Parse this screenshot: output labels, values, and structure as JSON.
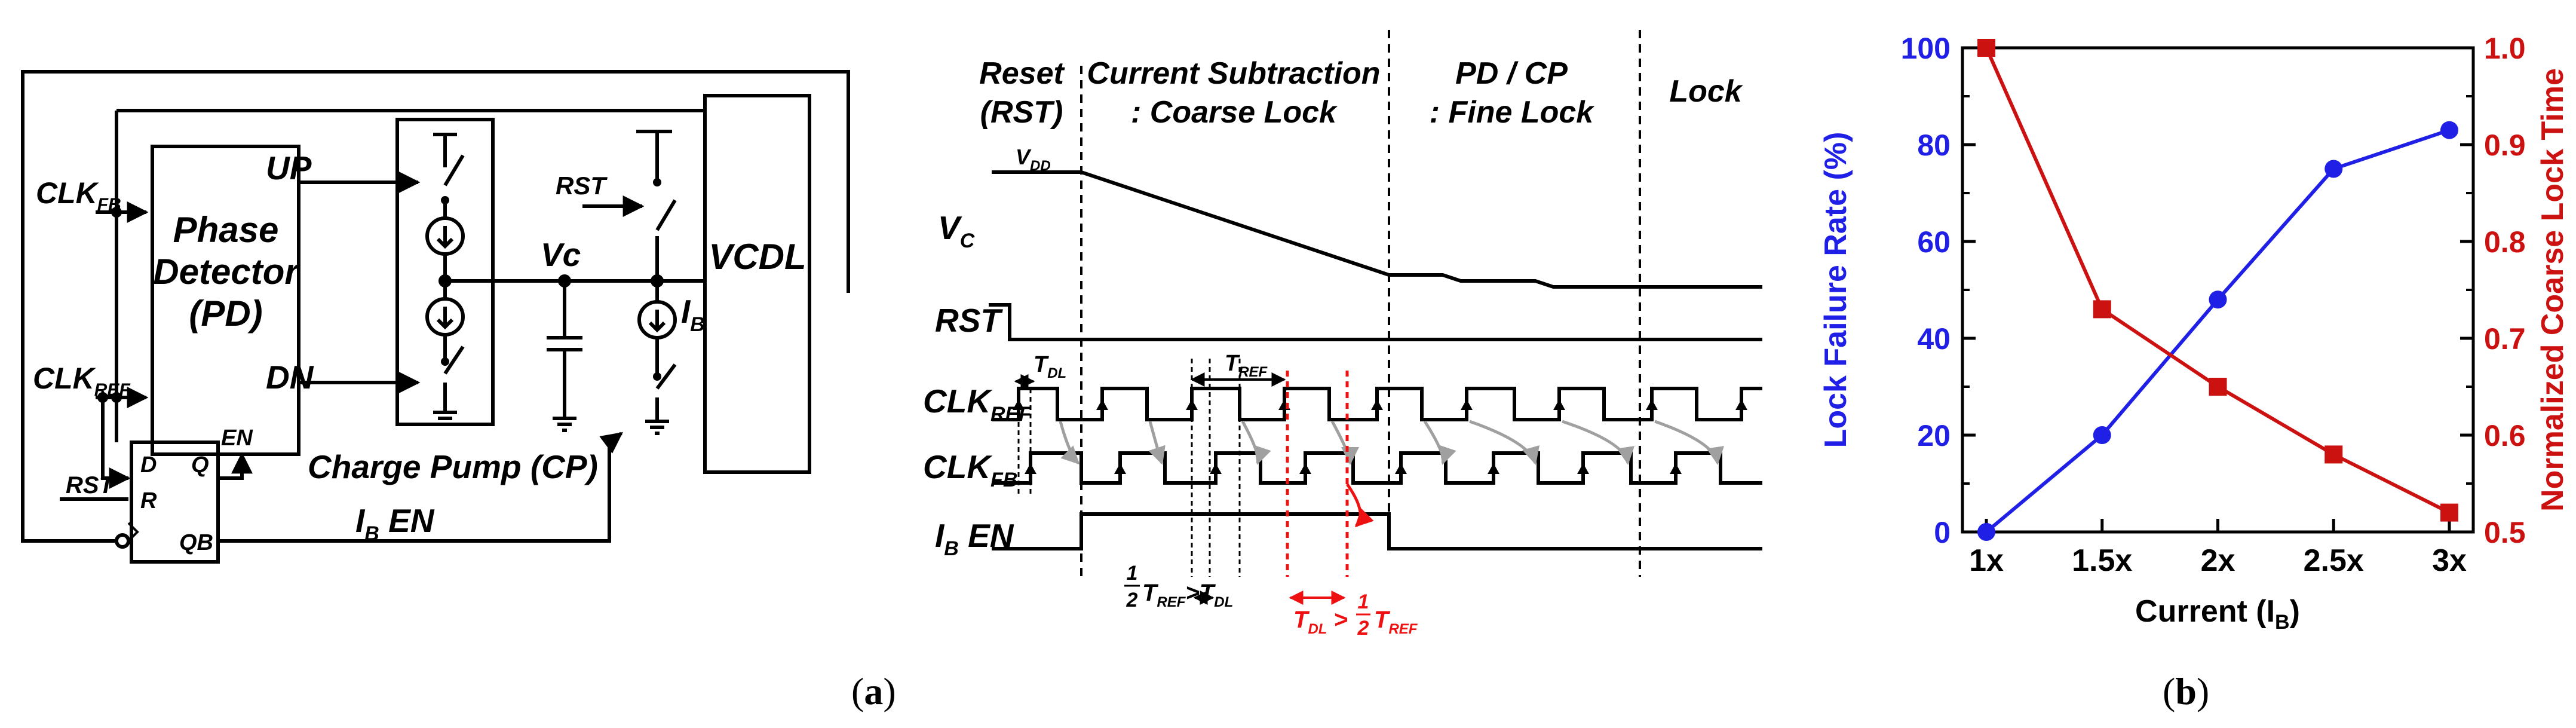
{
  "panel_a": {
    "caption_open": "(",
    "caption_letter": "a",
    "caption_close": ")",
    "schematic": {
      "clk_fb": "CLK",
      "clk_fb_sub": "FB",
      "clk_ref": "CLK",
      "clk_ref_sub": "REF",
      "pd_line1": "Phase",
      "pd_line2": "Detector",
      "pd_line3": "(PD)",
      "up": "UP",
      "dn": "DN",
      "en": "EN",
      "charge_pump": "Charge Pump (CP)",
      "vc": "Vc",
      "rst": "RST",
      "ib": "I",
      "ib_sub": "B",
      "vcdl": "VCDL",
      "ff_d": "D",
      "ff_q": "Q",
      "ff_r": "R",
      "ff_qb": "QB",
      "ff_rst": "RST",
      "ib_en": "I",
      "ib_en_sub": "B",
      "ib_en_rest": " EN"
    },
    "timing": {
      "phase1_line1": "Reset",
      "phase1_line2": "(RST)",
      "phase2_line1": "Current Subtraction",
      "phase2_line2": ": Coarse Lock",
      "phase3_line1": "PD / CP",
      "phase3_line2": ": Fine Lock",
      "phase4": "Lock",
      "vdd": "V",
      "vdd_sub": "DD",
      "sig_vc": "V",
      "sig_vc_sub": "C",
      "sig_rst": "RST",
      "sig_clkref": "CLK",
      "sig_clkref_sub": "REF",
      "sig_clkfb": "CLK",
      "sig_clkfb_sub": "FB",
      "sig_iben": "I",
      "sig_iben_sub": "B",
      "sig_iben_rest": " EN",
      "tdl": "T",
      "tdl_sub": "DL",
      "tref": "T",
      "tref_sub": "REF",
      "eq1_num": "1",
      "eq1_den": "2",
      "eq1_t": "T",
      "eq1_tsub": "REF",
      "eq1_gt": ">T",
      "eq1_dl": "DL",
      "eq2_t": "T",
      "eq2_tsub": "DL",
      "eq2_gt": " > ",
      "eq2_num": "1",
      "eq2_den": "2",
      "eq2_t2": "T",
      "eq2_t2sub": "REF"
    }
  },
  "panel_b": {
    "caption_open": "(",
    "caption_letter": "b",
    "caption_close": ")"
  },
  "chart_data": {
    "type": "line",
    "categories": [
      "1x",
      "1.5x",
      "2x",
      "2.5x",
      "3x"
    ],
    "xlabel": "Current (I",
    "xlabel_sub": "B",
    "xlabel_close": ")",
    "ylabel_left": "Lock Failure Rate (%)",
    "ylabel_right": "Normalized Coarse Lock Time",
    "ylim_left": [
      0,
      100
    ],
    "ylim_right": [
      0.5,
      1.0
    ],
    "yticks_left": [
      "0",
      "20",
      "40",
      "60",
      "80",
      "100"
    ],
    "yticks_right": [
      "0.5",
      "0.6",
      "0.7",
      "0.8",
      "0.9",
      "1.0"
    ],
    "grid": false,
    "series": [
      {
        "axis": "left",
        "color": "#1f1fe6",
        "marker": "circle",
        "values": [
          0,
          20,
          48,
          75,
          83
        ]
      },
      {
        "axis": "right",
        "color": "#cc1111",
        "marker": "square",
        "values": [
          1.0,
          0.73,
          0.65,
          0.58,
          0.52
        ]
      }
    ],
    "left_color": "#1f1fe6",
    "right_color": "#cc1111"
  }
}
